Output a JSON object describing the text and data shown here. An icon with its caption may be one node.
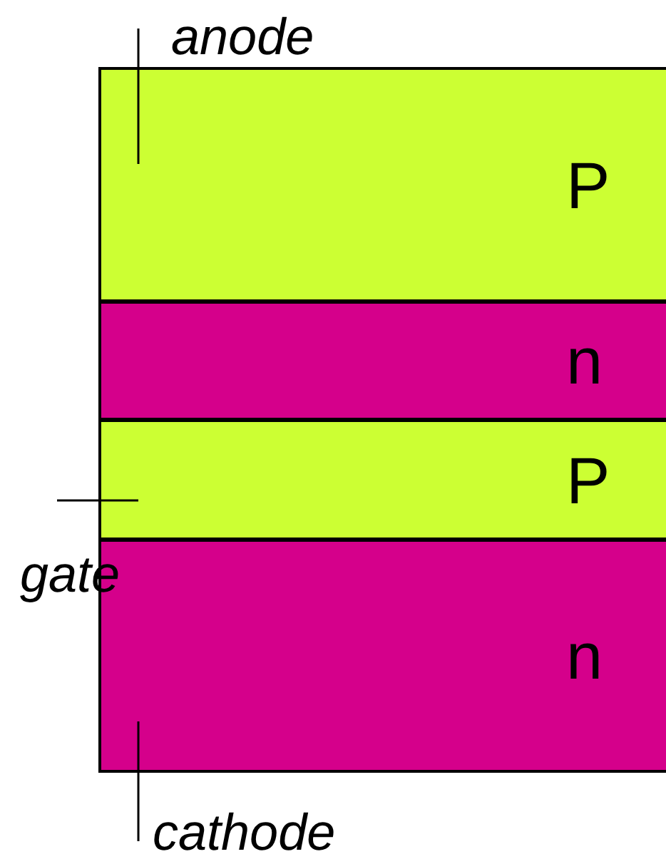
{
  "diagram": {
    "nodes": [
      {
        "text": [
          "P"
        ]
      },
      {
        "text": [
          "n"
        ]
      },
      {
        "text": [
          "P"
        ]
      },
      {
        "text": [
          "n"
        ]
      },
      {
        "text": [
          "anode"
        ]
      },
      {
        "text": [
          "gate"
        ]
      },
      {
        "text": [
          "cathode"
        ]
      }
    ],
    "edges": [
      {
        "from": 4,
        "to": 0,
        "arrow": "none"
      },
      {
        "from": 5,
        "to": 2,
        "arrow": "none"
      },
      {
        "from": 6,
        "to": 3,
        "arrow": "none"
      }
    ]
  }
}
